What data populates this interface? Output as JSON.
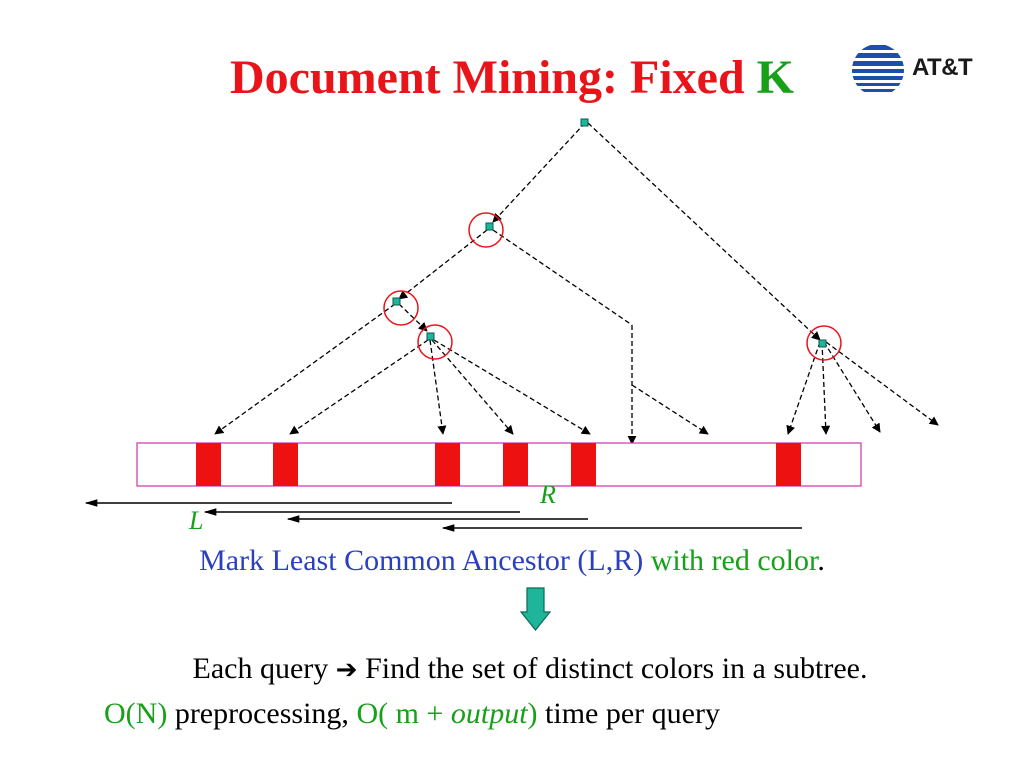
{
  "title": {
    "main": "Document Mining: Fixed ",
    "k": "K"
  },
  "logo": {
    "text": "AT&T",
    "colors": {
      "globe": "#1e4fa8",
      "text": "#1a1a1a"
    }
  },
  "diagram": {
    "label_L": "L",
    "label_R": "R",
    "colors": {
      "node_fill": "#1fb59a",
      "highlight_circle": "#e8141a",
      "bar_block": "#ee1111",
      "bar_border": "#cc33aa"
    }
  },
  "statement": {
    "part1": "Mark Least Common Ancestor (L,R)",
    "part2": " with red color",
    "part3": "."
  },
  "query": {
    "part1": "Each query ",
    "arrow": "➔",
    "part2": " Find the set of distinct colors in a subtree."
  },
  "complexity": {
    "part1": "O(N)",
    "part2": " preprocessing, ",
    "part3": "O( m + ",
    "part4": "output",
    "part5": ")",
    "part6": " time per query"
  }
}
